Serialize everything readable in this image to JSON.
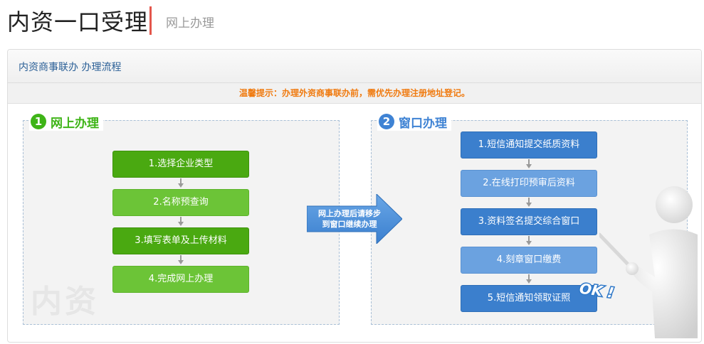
{
  "header": {
    "title": "内资一口受理",
    "subtitle": "网上办理"
  },
  "panel": {
    "title": "内资商事联办 办理流程",
    "notice": "温馨提示：办理外资商事联办前，需优先办理注册地址登记。"
  },
  "online": {
    "number": "1",
    "label": "网上办理",
    "watermark": "内资",
    "steps": [
      "1.选择企业类型",
      "2.名称预查询",
      "3.填写表单及上传材料",
      "4.完成网上办理"
    ]
  },
  "transfer": {
    "line1": "网上办理后请移步",
    "line2": "到窗口继续办理"
  },
  "window": {
    "number": "2",
    "label": "窗口办理",
    "steps": [
      "1.短信通知提交纸质资料",
      "2.在线打印预审后资料",
      "3.资料签名提交综合窗口",
      "4.刻章窗口缴费",
      "5.短信通知领取证照"
    ],
    "ok": "OK !"
  },
  "colors": {
    "green": "#3eb417",
    "blue": "#3f83d4",
    "notice": "#f07a0f",
    "divider": "#e4574c"
  }
}
